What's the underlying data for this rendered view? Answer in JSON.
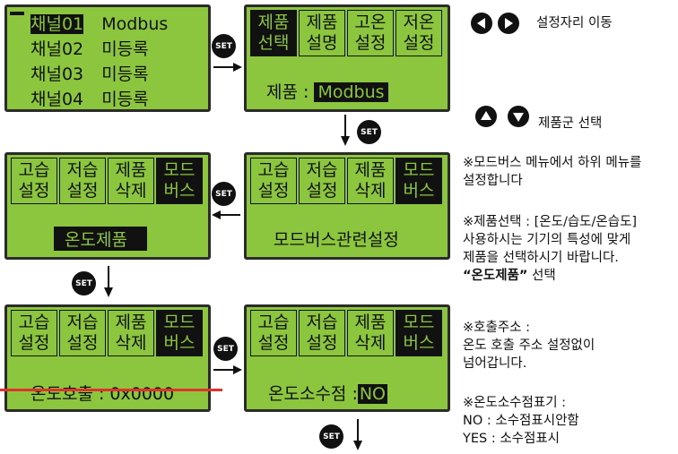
{
  "lcd_channels": {
    "rows": [
      {
        "channel": "채널01",
        "value": "Modbus"
      },
      {
        "channel": "채널02",
        "value": "미등록"
      },
      {
        "channel": "채널03",
        "value": "미등록"
      },
      {
        "channel": "채널04",
        "value": "미등록"
      }
    ]
  },
  "lcd_product": {
    "tabs": [
      [
        "제품",
        "선택"
      ],
      [
        "제품",
        "설명"
      ],
      [
        "고온",
        "설정"
      ],
      [
        "저온",
        "설정"
      ]
    ],
    "label": "제품 :",
    "value": "Modbus"
  },
  "lcd_modbus_menu": {
    "tabs": [
      [
        "고습",
        "설정"
      ],
      [
        "저습",
        "설정"
      ],
      [
        "제품",
        "삭제"
      ],
      [
        "모드",
        "버스"
      ]
    ],
    "text": "모드버스관련설정"
  },
  "lcd_temp_product": {
    "tabs": [
      [
        "고습",
        "설정"
      ],
      [
        "저습",
        "설정"
      ],
      [
        "제품",
        "삭제"
      ],
      [
        "모드",
        "버스"
      ]
    ],
    "value": "온도제품"
  },
  "lcd_temp_call": {
    "tabs": [
      [
        "고습",
        "설정"
      ],
      [
        "저습",
        "설정"
      ],
      [
        "제품",
        "삭제"
      ],
      [
        "모드",
        "버스"
      ]
    ],
    "text": "온도호출 : 0x0000"
  },
  "lcd_decimal": {
    "tabs": [
      [
        "고습",
        "설정"
      ],
      [
        "저습",
        "설정"
      ],
      [
        "제품",
        "삭제"
      ],
      [
        "모드",
        "버스"
      ]
    ],
    "label": "온도소수점 :",
    "value": "NO"
  },
  "set_label": "SET",
  "notes": {
    "move": "설정자리 이동",
    "group": "제품군 선택",
    "modbus": [
      "※모드버스 메뉴에서 하위 메뉴를",
      "설정합니다"
    ],
    "select": [
      "※제품선택 : [온도/습도/온습도]",
      "사용하시는 기기의 특성에 맞게",
      "제품을 선택하시기 바랍니다."
    ],
    "select_emph": "“온도제품”",
    "select_suffix": " 선택",
    "call": [
      "※호출주소 :",
      "온도 호출 주소 설정없이",
      "넘어갑니다."
    ],
    "decimal": [
      "※온도소수점표기 :",
      "NO : 소수점표시안함",
      "YES : 소수점표시"
    ]
  },
  "colors": {
    "lcd": "#8cc63f",
    "strike": "#e0312a"
  }
}
